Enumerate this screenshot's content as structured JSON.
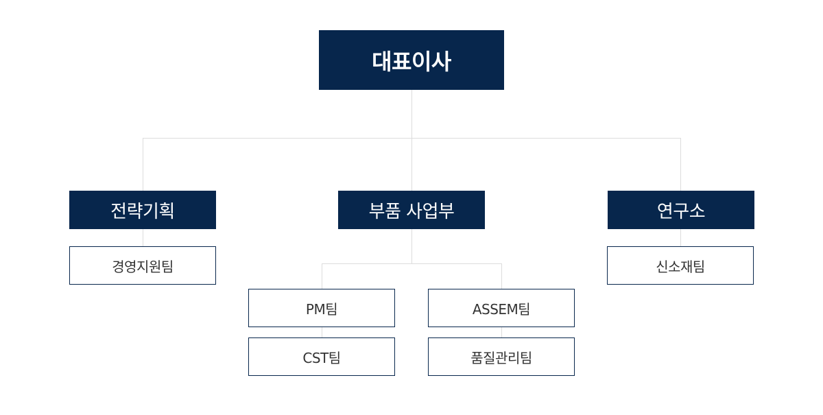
{
  "org": {
    "root": "대표이사",
    "strategy": {
      "label": "전략기획",
      "teams": [
        "경영지원팀"
      ]
    },
    "parts": {
      "label": "부품 사업부",
      "teams": [
        "PM팀",
        "CST팀",
        "ASSEM팀",
        "품질관리팀"
      ]
    },
    "research": {
      "label": "연구소",
      "teams": [
        "신소재팀"
      ]
    }
  },
  "colors": {
    "box": "#07264c",
    "line": "#dcdcdc",
    "team_text": "#333333"
  }
}
